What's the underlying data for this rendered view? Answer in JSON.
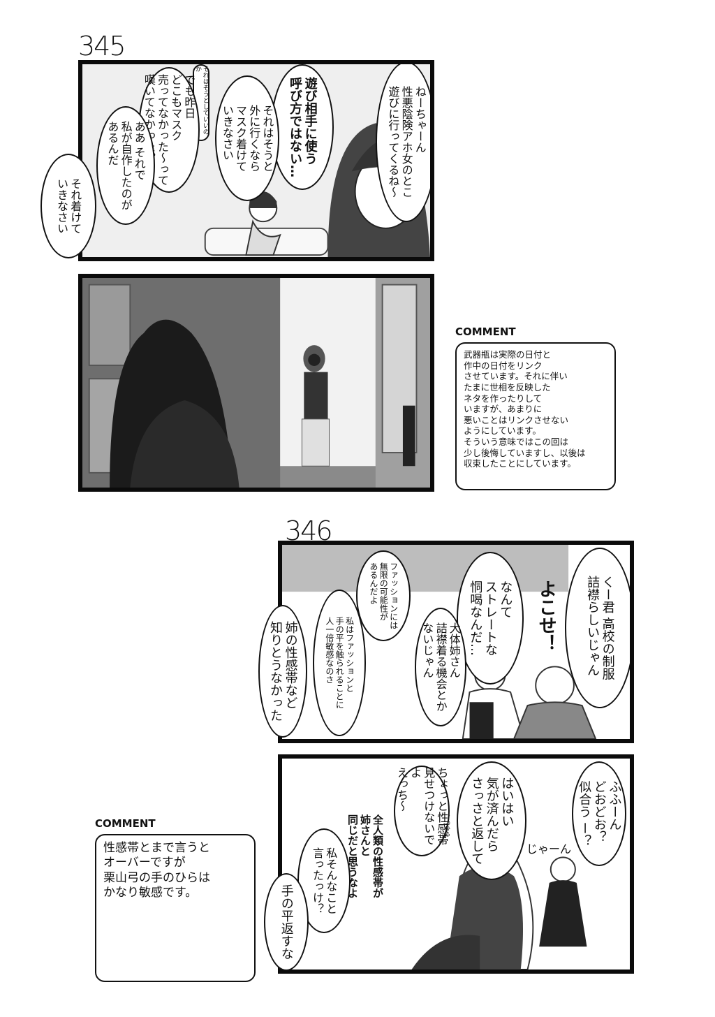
{
  "strip345": {
    "number": "345",
    "panel1": {
      "bubbles": [
        "ねーちゃーん\n性悪陰険アホ女のとこ\n遊びに行ってくるね〜",
        "遊び相手に使う\n呼び方ではない…",
        "それはそうと\n外に行くなら\nマスク着けて\nいきなさい",
        "でも昨日\nどこもマスク\n売ってなかった〜って\n嘆いてなかった？",
        "ああ それで\n私が自作したのが\nあるんだ",
        "それ着けて\nいきなさい"
      ],
      "thought": "それはそうとしていいのか"
    }
  },
  "comment1": {
    "label": "COMMENT",
    "text": "武器瓶は実際の日付と\n作中の日付をリンク\nさせています。それに伴い\nたまに世相を反映した\nネタを作ったりして\nいますが、あまりに\n悪いことはリンクさせない\nようにしています。\nそういう意味ではこの回は\n少し後悔していますし、以後は\n収束したことにしています。"
  },
  "strip346": {
    "number": "346",
    "panel1": {
      "bubbles": [
        "くー君 高校の制服\n詰襟らしいじゃん",
        "なんて\nストレートな\n恫喝なんだ…",
        "大体姉さん\n詰襟着る機会とか\nないじゃん",
        "ファッションには\n無限の可能性が\nあるんだよ",
        "私はファッションと\n手の平を触られることに\n人一倍敏感なのさ",
        "姉の性感帯など\n知りとうなかった"
      ],
      "shout": "よこせ！"
    },
    "panel2": {
      "bubbles": [
        "ふふーん\nどおどお？\n似合う ー？",
        "はいはい\n気が済んだら\nさっさと返して",
        "ちょっと性感帯\n見せつけないでよ\nえっち〜",
        "全人類の性感帯が\n姉さんと\n同じだと思うなよ",
        "私そんなこと\n言ったっけ？",
        "手の平返すな"
      ],
      "ruby": "てのひら",
      "sfx": "じゃーん"
    }
  },
  "comment2": {
    "label": "COMMENT",
    "text": "性感帯とまで言うと\nオーバーですが\n栗山弓の手のひらは\nかなり敏感です。"
  }
}
